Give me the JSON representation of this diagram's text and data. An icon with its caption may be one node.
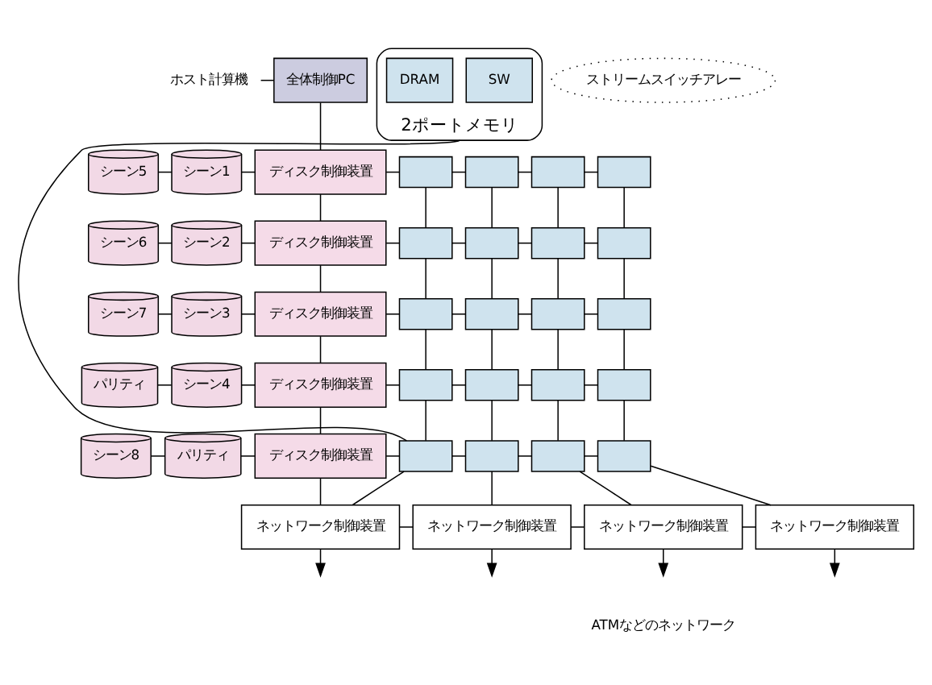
{
  "diagram": {
    "nodes": [
      {
        "text": [
          "ホスト計算機"
        ]
      },
      {
        "text": [
          "全体制御PC"
        ]
      },
      {
        "text": [
          "シーン5"
        ]
      },
      {
        "text": [
          "シーン1"
        ]
      },
      {
        "text": [
          "ディスク制御装置"
        ]
      },
      {
        "text": [
          "シーン6"
        ]
      },
      {
        "text": [
          "シーン2"
        ]
      },
      {
        "text": [
          "ディスク制御装置"
        ]
      },
      {
        "text": [
          "シーン7"
        ]
      },
      {
        "text": [
          "シーン3"
        ]
      },
      {
        "text": [
          "ディスク制御装置"
        ]
      },
      {
        "text": [
          "パリティ"
        ]
      },
      {
        "text": [
          "シーン4"
        ]
      },
      {
        "text": [
          "ディスク制御装置"
        ]
      },
      {
        "text": [
          "シーン8"
        ]
      },
      {
        "text": [
          "パリティ"
        ]
      },
      {
        "text": [
          "ディスク制御装置"
        ]
      },
      {
        "text": [],
        "shape": "box"
      },
      {
        "text": [],
        "shape": "box"
      },
      {
        "text": [],
        "shape": "box"
      },
      {
        "text": [],
        "shape": "box"
      },
      {
        "text": [],
        "shape": "box"
      },
      {
        "text": [],
        "shape": "box"
      },
      {
        "text": [],
        "shape": "box"
      },
      {
        "text": [],
        "shape": "box"
      },
      {
        "text": [],
        "shape": "box"
      },
      {
        "text": [],
        "shape": "box"
      },
      {
        "text": [],
        "shape": "box"
      },
      {
        "text": [],
        "shape": "box"
      },
      {
        "text": [],
        "shape": "box"
      },
      {
        "text": [],
        "shape": "box"
      },
      {
        "text": [],
        "shape": "box"
      },
      {
        "text": [],
        "shape": "box"
      },
      {
        "text": [],
        "shape": "box"
      },
      {
        "text": [],
        "shape": "box"
      },
      {
        "text": [],
        "shape": "box"
      },
      {
        "text": [],
        "shape": "box"
      },
      {
        "text": [
          "ネットワーク制御装置"
        ]
      },
      {
        "text": [
          "ネットワーク制御装置"
        ]
      },
      {
        "text": [
          "ネットワーク制御装置"
        ]
      },
      {
        "text": [
          "ネットワーク制御装置"
        ]
      },
      {
        "text": [
          "2ポートメモリ"
        ]
      },
      {
        "text": [
          "SW"
        ],
        "in": 41
      },
      {
        "text": [
          "DRAM"
        ],
        "in": 41
      },
      {
        "text": [
          "ストリームスイッチアレー"
        ]
      }
    ],
    "edges": [
      {
        "from": 0,
        "to": 1,
        "arrow": "none"
      },
      {
        "from": 1,
        "to": 4,
        "arrow": "none"
      },
      {
        "from": 4,
        "to": 7,
        "arrow": "none"
      },
      {
        "from": 7,
        "to": 10,
        "arrow": "none"
      },
      {
        "from": 10,
        "to": 13,
        "arrow": "none"
      },
      {
        "from": 13,
        "to": 16,
        "arrow": "none"
      },
      {
        "from": 2,
        "to": 3,
        "arrow": "none"
      },
      {
        "from": 3,
        "to": 4,
        "arrow": "none"
      },
      {
        "from": 5,
        "to": 6,
        "arrow": "none"
      },
      {
        "from": 6,
        "to": 7,
        "arrow": "none"
      },
      {
        "from": 8,
        "to": 9,
        "arrow": "none"
      },
      {
        "from": 9,
        "to": 10,
        "arrow": "none"
      },
      {
        "from": 11,
        "to": 12,
        "arrow": "none"
      },
      {
        "from": 12,
        "to": 13,
        "arrow": "none"
      },
      {
        "from": 14,
        "to": 15,
        "arrow": "none"
      },
      {
        "from": 15,
        "to": 16,
        "arrow": "none"
      },
      {
        "from": 4,
        "to": 17,
        "arrow": "none"
      },
      {
        "from": 17,
        "to": 18,
        "arrow": "none"
      },
      {
        "from": 18,
        "to": 19,
        "arrow": "none"
      },
      {
        "from": 19,
        "to": 20,
        "arrow": "none"
      },
      {
        "from": 7,
        "to": 21,
        "arrow": "none"
      },
      {
        "from": 21,
        "to": 22,
        "arrow": "none"
      },
      {
        "from": 22,
        "to": 23,
        "arrow": "none"
      },
      {
        "from": 23,
        "to": 24,
        "arrow": "none"
      },
      {
        "from": 10,
        "to": 25,
        "arrow": "none"
      },
      {
        "from": 25,
        "to": 26,
        "arrow": "none"
      },
      {
        "from": 26,
        "to": 27,
        "arrow": "none"
      },
      {
        "from": 27,
        "to": 28,
        "arrow": "none"
      },
      {
        "from": 13,
        "to": 29,
        "arrow": "none"
      },
      {
        "from": 29,
        "to": 30,
        "arrow": "none"
      },
      {
        "from": 30,
        "to": 31,
        "arrow": "none"
      },
      {
        "from": 31,
        "to": 32,
        "arrow": "none"
      },
      {
        "from": 16,
        "to": 33,
        "arrow": "none"
      },
      {
        "from": 33,
        "to": 34,
        "arrow": "none"
      },
      {
        "from": 34,
        "to": 35,
        "arrow": "none"
      },
      {
        "from": 35,
        "to": 36,
        "arrow": "none"
      },
      {
        "from": 17,
        "to": 21,
        "arrow": "none"
      },
      {
        "from": 21,
        "to": 25,
        "arrow": "none"
      },
      {
        "from": 25,
        "to": 29,
        "arrow": "none"
      },
      {
        "from": 29,
        "to": 33,
        "arrow": "none"
      },
      {
        "from": 18,
        "to": 22,
        "arrow": "none"
      },
      {
        "from": 22,
        "to": 26,
        "arrow": "none"
      },
      {
        "from": 26,
        "to": 30,
        "arrow": "none"
      },
      {
        "from": 30,
        "to": 34,
        "arrow": "none"
      },
      {
        "from": 19,
        "to": 23,
        "arrow": "none"
      },
      {
        "from": 23,
        "to": 27,
        "arrow": "none"
      },
      {
        "from": 27,
        "to": 31,
        "arrow": "none"
      },
      {
        "from": 31,
        "to": 35,
        "arrow": "none"
      },
      {
        "from": 20,
        "to": 24,
        "arrow": "none"
      },
      {
        "from": 24,
        "to": 28,
        "arrow": "none"
      },
      {
        "from": 28,
        "to": 32,
        "arrow": "none"
      },
      {
        "from": 32,
        "to": 36,
        "arrow": "none"
      },
      {
        "from": 33,
        "to": 37,
        "arrow": "none"
      },
      {
        "from": 34,
        "to": 38,
        "arrow": "none"
      },
      {
        "from": 35,
        "to": 39,
        "arrow": "none"
      },
      {
        "from": 36,
        "to": 40,
        "arrow": "none"
      },
      {
        "from": 16,
        "to": 37,
        "arrow": "none"
      },
      {
        "from": 37,
        "to": 38,
        "arrow": "none"
      },
      {
        "from": 38,
        "to": 39,
        "arrow": "none"
      },
      {
        "from": 39,
        "to": 40,
        "arrow": "none"
      },
      {
        "from": 37,
        "to": null,
        "arrow": "to"
      },
      {
        "from": 38,
        "to": null,
        "arrow": "to"
      },
      {
        "from": 39,
        "to": null,
        "arrow": "to"
      },
      {
        "from": 40,
        "to": null,
        "arrow": "to"
      },
      {
        "from": 41,
        "to": 33,
        "arrow": "none"
      }
    ],
    "labels": [
      "ATMなどのネットワーク"
    ]
  }
}
